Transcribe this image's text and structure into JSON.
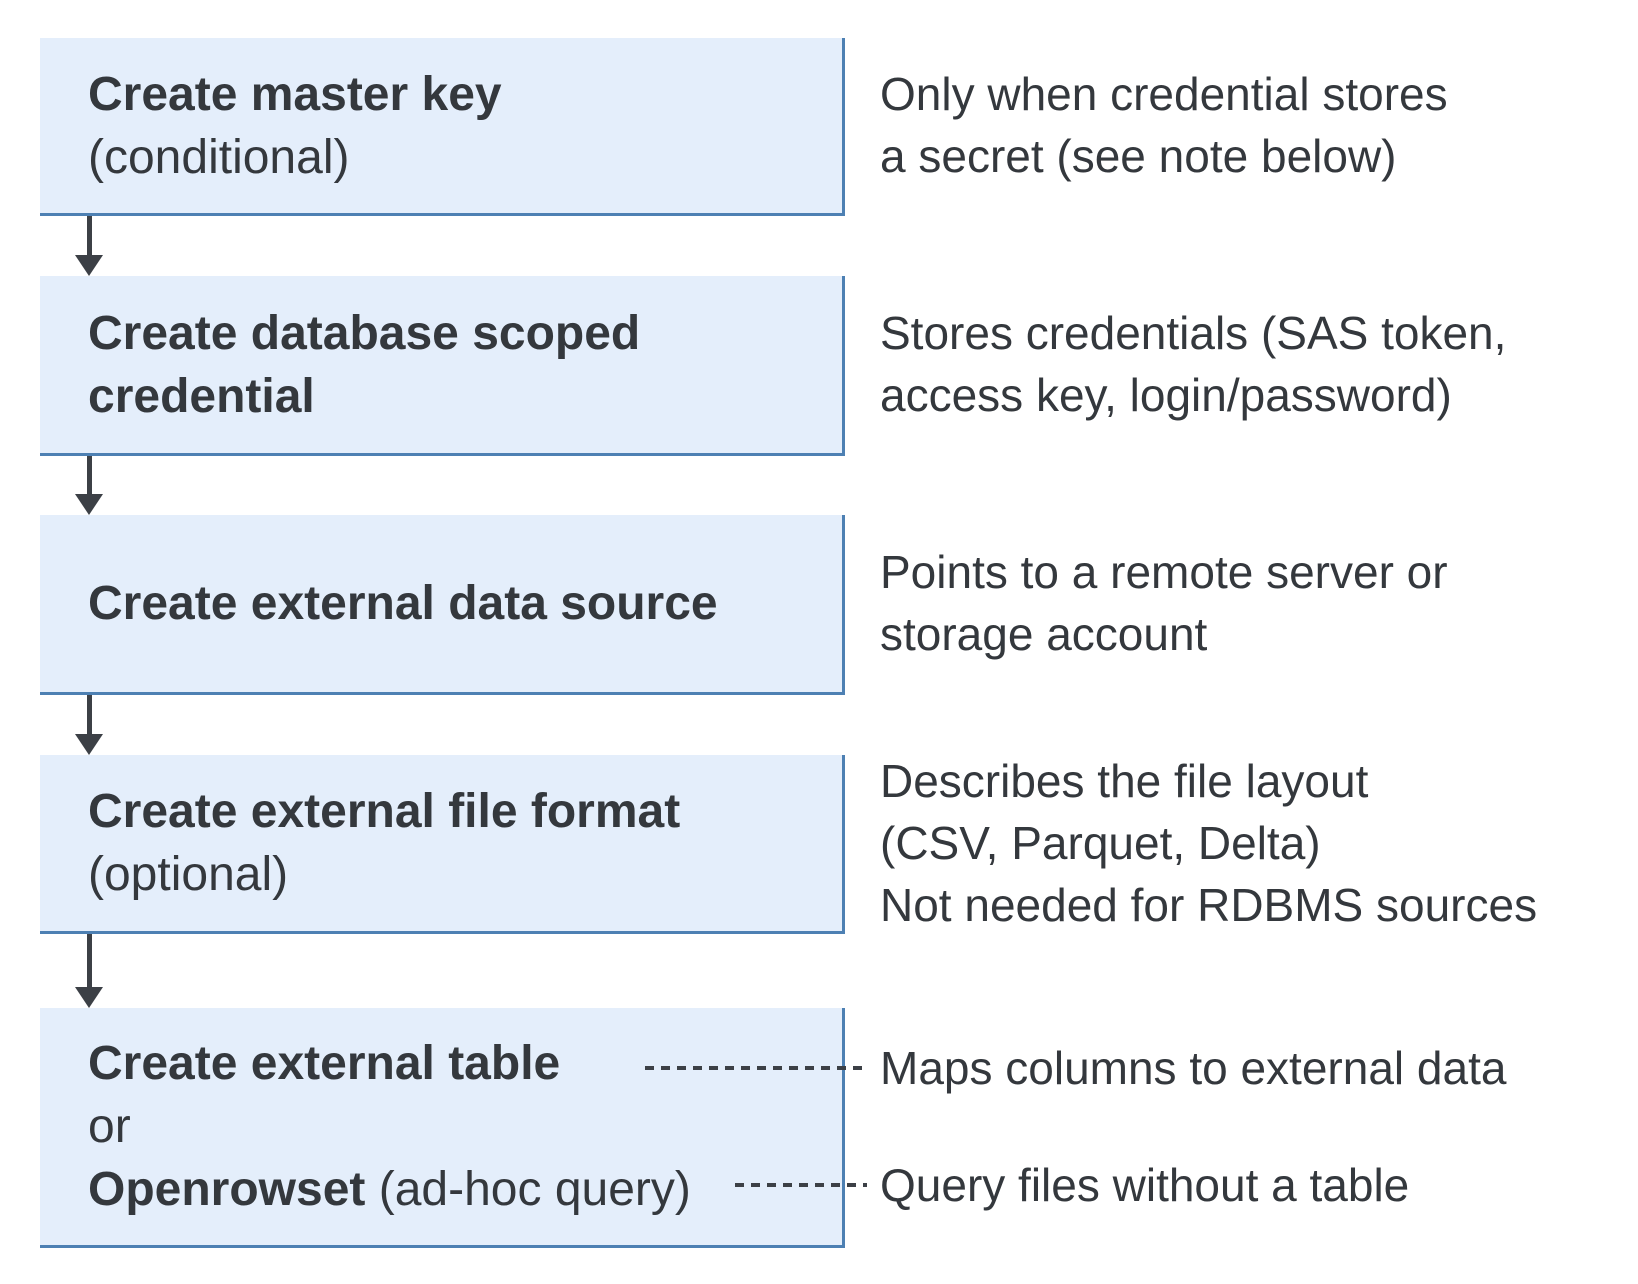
{
  "colors": {
    "box_fill": "#e4eefb",
    "box_border": "#4d80b3",
    "arrow": "#3c4046",
    "ink": "#34383d"
  },
  "steps": [
    {
      "title": "Create master key",
      "subtitle": "(conditional)",
      "note": "Only when credential stores\na secret (see note below)"
    },
    {
      "title": "Create database scoped\ncredential",
      "note": "Stores credentials (SAS token,\naccess key, login/password)"
    },
    {
      "title": "Create external data source",
      "note": "Points to a remote server or\nstorage account"
    },
    {
      "title": "Create external file format",
      "subtitle": "(optional)",
      "note": "Describes the file layout\n(CSV, Parquet, Delta)\nNot needed for RDBMS sources"
    },
    {
      "title": "Create external table",
      "or_label": "or",
      "alt_title": "Openrowset",
      "alt_suffix": " (ad-hoc query)",
      "note_table": "Maps columns to external data",
      "note_openrowset": "Query files without a table"
    }
  ]
}
